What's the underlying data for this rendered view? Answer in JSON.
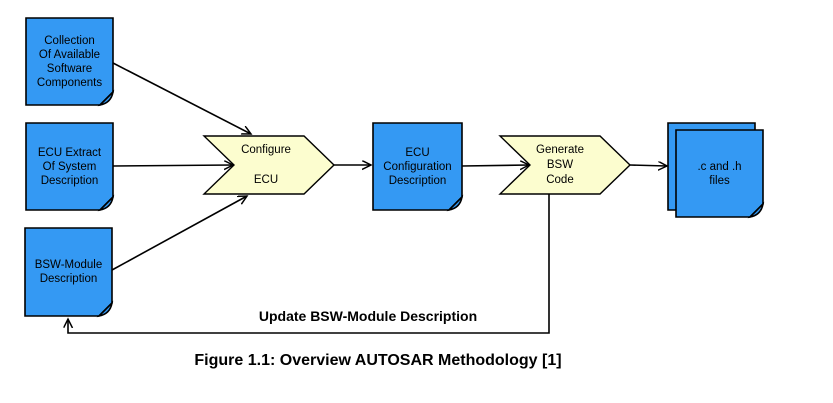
{
  "colors": {
    "doc_fill": "#3499F3",
    "chevron_fill": "#FCFDCF",
    "line": "#000000"
  },
  "nodes": {
    "collection_doc": {
      "label": "Collection\nOf Available\nSoftware\nComponents"
    },
    "ecu_extract_doc": {
      "label": "ECU Extract\nOf System\nDescription"
    },
    "bsw_module_doc": {
      "label": "BSW-Module\nDescription"
    },
    "configure_ecu_chevron": {
      "label": "Configure\n\nECU"
    },
    "ecu_config_doc": {
      "label": "ECU\nConfiguration\nDescription"
    },
    "generate_bsw_chevron": {
      "label": "Generate\nBSW\nCode"
    },
    "files_doc": {
      "label": ".c and .h\nfiles"
    }
  },
  "edges": {
    "update_label": "Update BSW-Module Description"
  },
  "caption": "Figure 1.1: Overview AUTOSAR Methodology [1]"
}
